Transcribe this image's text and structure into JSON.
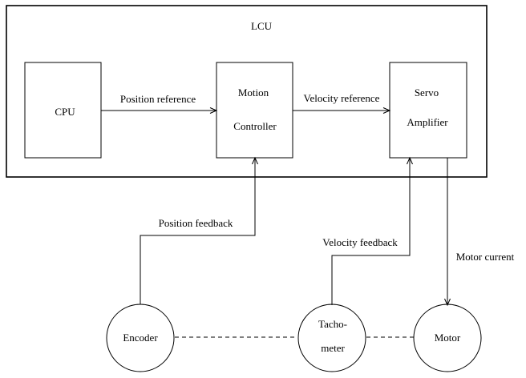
{
  "title": "LCU",
  "blocks": {
    "cpu": {
      "label": "CPU"
    },
    "motion_controller": {
      "line1": "Motion",
      "line2": "Controller"
    },
    "servo_amplifier": {
      "line1": "Servo",
      "line2": "Amplifier"
    }
  },
  "devices": {
    "encoder": {
      "label": "Encoder"
    },
    "tachometer": {
      "line1": "Tacho-",
      "line2": "meter"
    },
    "motor": {
      "label": "Motor"
    }
  },
  "signals": {
    "position_reference": "Position reference",
    "velocity_reference": "Velocity reference",
    "position_feedback": "Position feedback",
    "velocity_feedback": "Velocity feedback",
    "motor_current": "Motor current"
  }
}
